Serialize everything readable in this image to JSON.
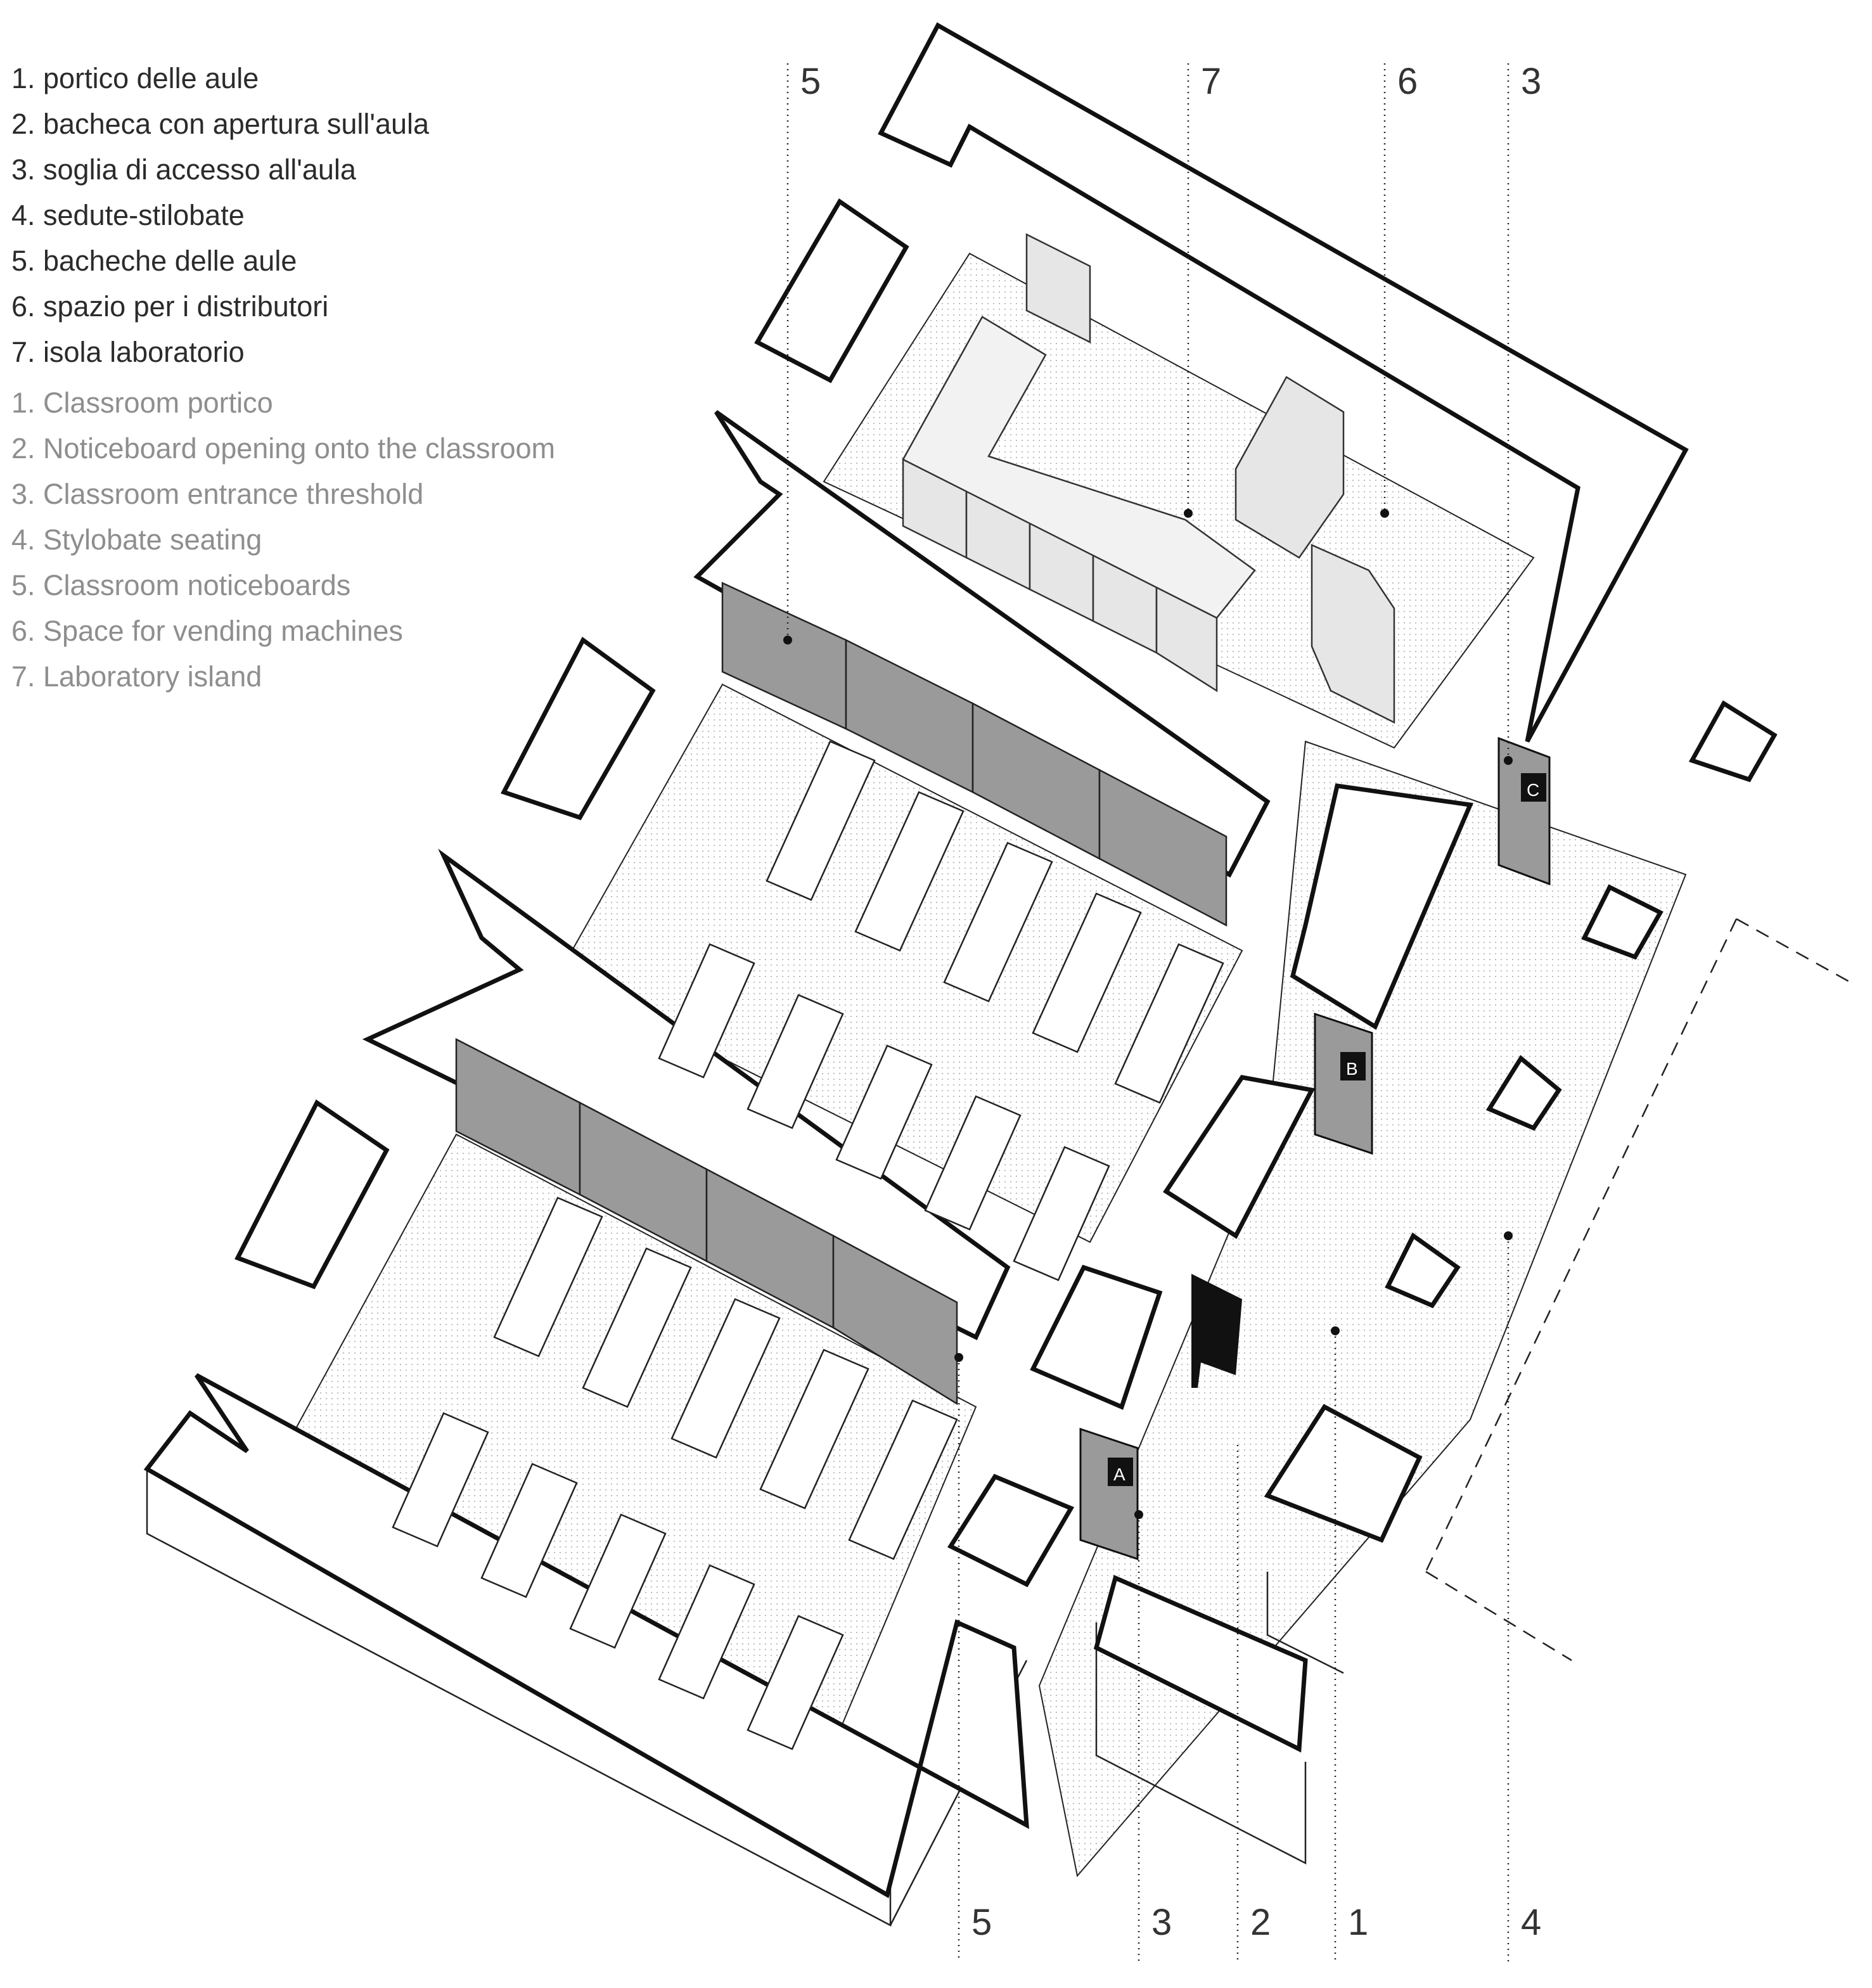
{
  "legend": {
    "italian": [
      "1. portico delle aule",
      "2. bacheca con apertura sull'aula",
      "3. soglia di accesso all'aula",
      "4. sedute-stilobate",
      "5. bacheche delle aule",
      "6. spazio per i distributori",
      "7. isola laboratorio"
    ],
    "english": [
      "1. Classroom portico",
      "2. Noticeboard opening onto the classroom",
      "3. Classroom entrance threshold",
      "4. Stylobate seating",
      "5. Classroom noticeboards",
      "6. Space for vending machines",
      "7. Laboratory island"
    ]
  },
  "callouts": {
    "top": [
      "5",
      "7",
      "6",
      "3"
    ],
    "bottom": [
      "5",
      "3",
      "2",
      "1",
      "4"
    ]
  },
  "door_signs": [
    "A",
    "B",
    "C"
  ],
  "colors": {
    "legend_italian": "#2b2b2b",
    "legend_english": "#8e8e8e",
    "wall": "#111111",
    "noticeboard": "#9a9a9a",
    "lab_island": "#e6e6e6",
    "floor_hatch": "#b8b8b8"
  }
}
